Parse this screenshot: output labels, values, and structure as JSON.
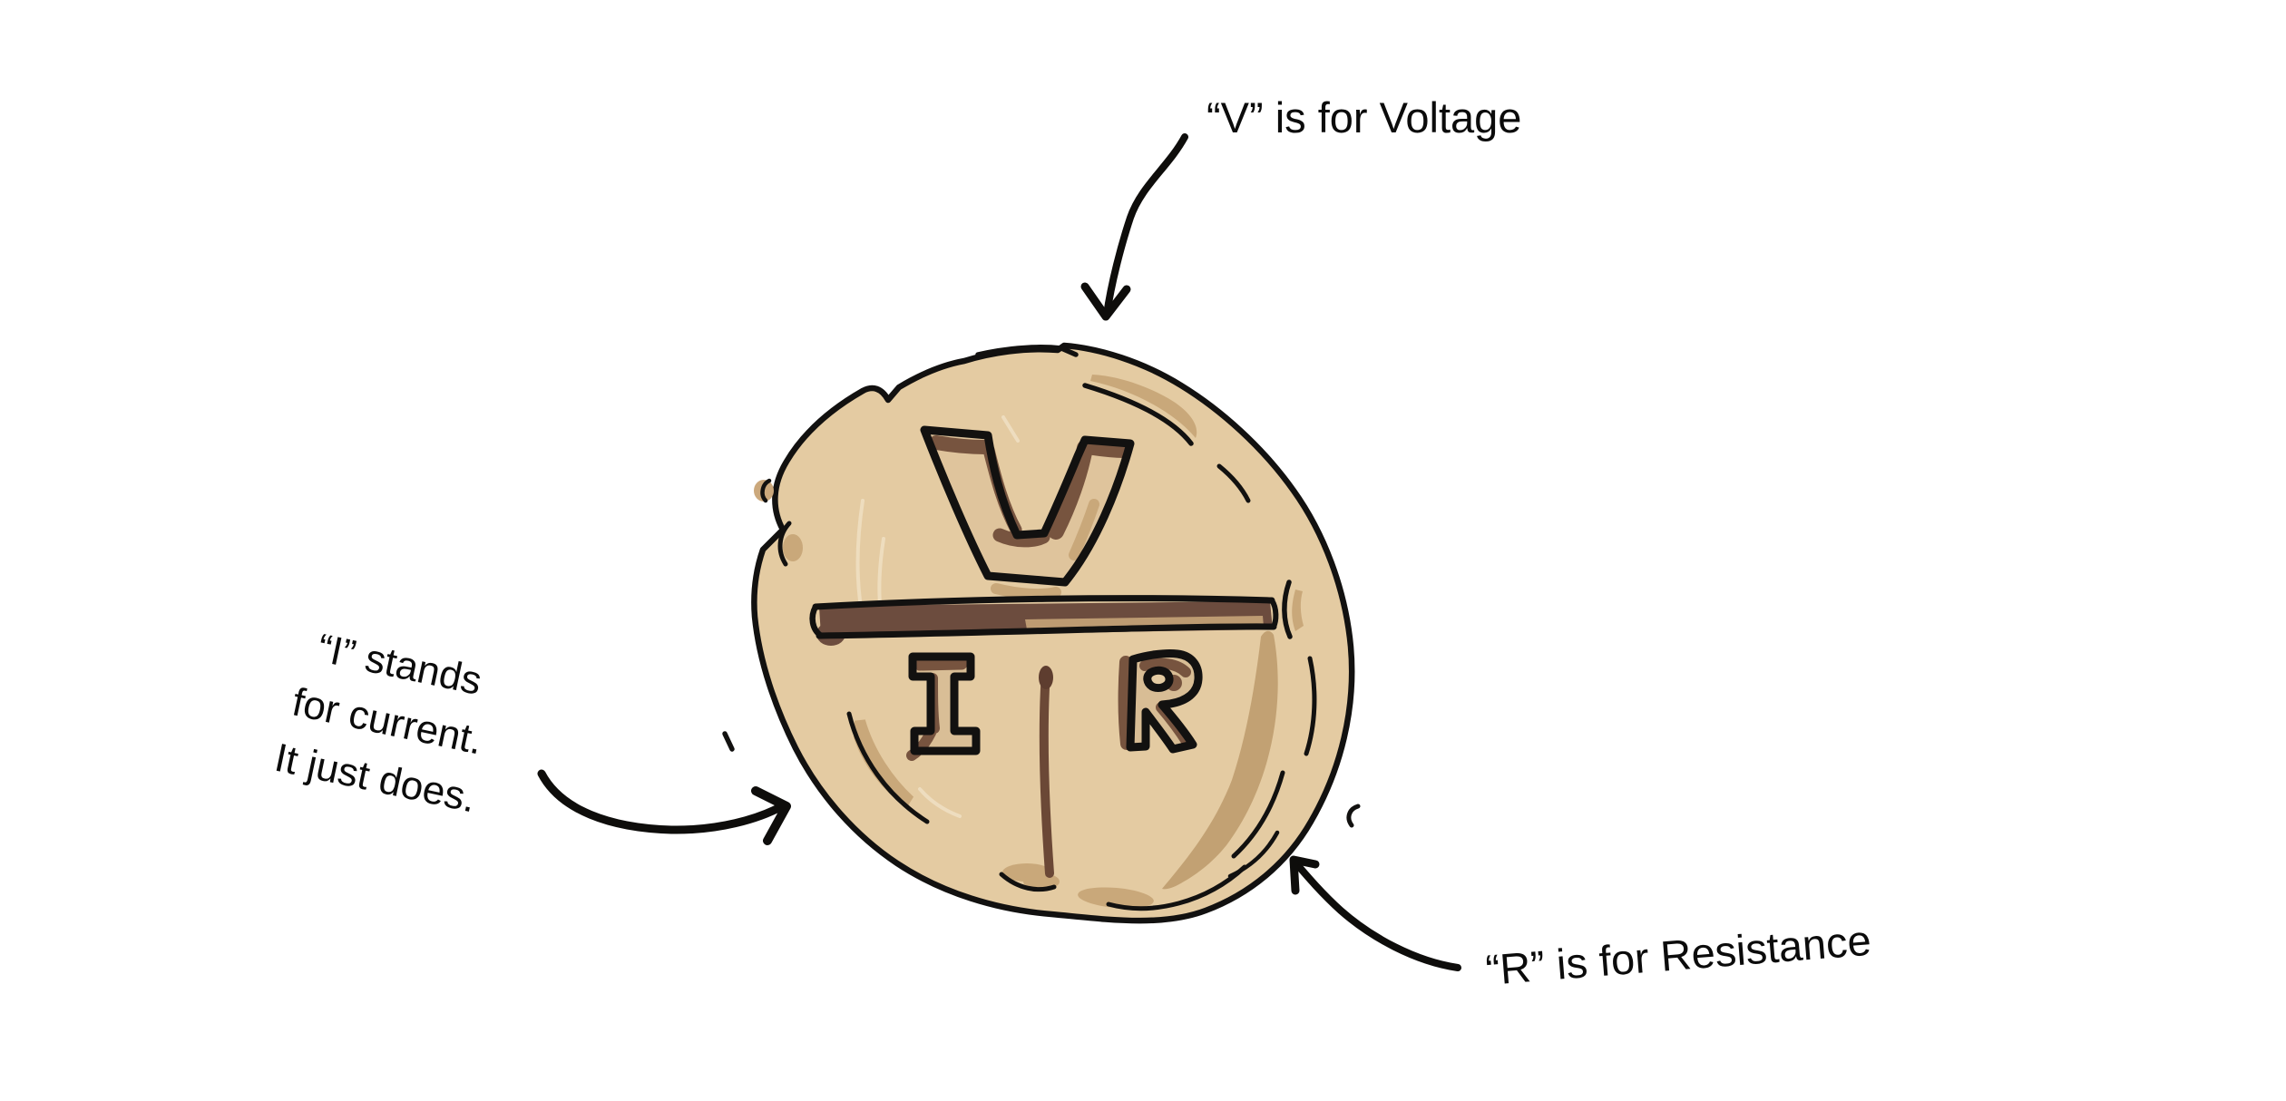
{
  "labels": {
    "voltage": "“V” is for Voltage",
    "current_line1": "“I” stands",
    "current_line2": "for current.",
    "current_line3": "It just does.",
    "resistance": "“R” is for Resistance"
  },
  "cookie": {
    "numerator_letter": "V",
    "denominator_left_letter": "I",
    "denominator_right_letter": "R"
  },
  "colors": {
    "background": "#FFFFFF",
    "cookie_fill": "#E4CBA2",
    "cookie_shadow": "#C9A87A",
    "cookie_deep_shadow": "#C2A173",
    "inlay_brown": "#77543F",
    "bar_brown": "#6C4C3E",
    "ink": "#121110",
    "text_ink": "#0B0B0B"
  }
}
